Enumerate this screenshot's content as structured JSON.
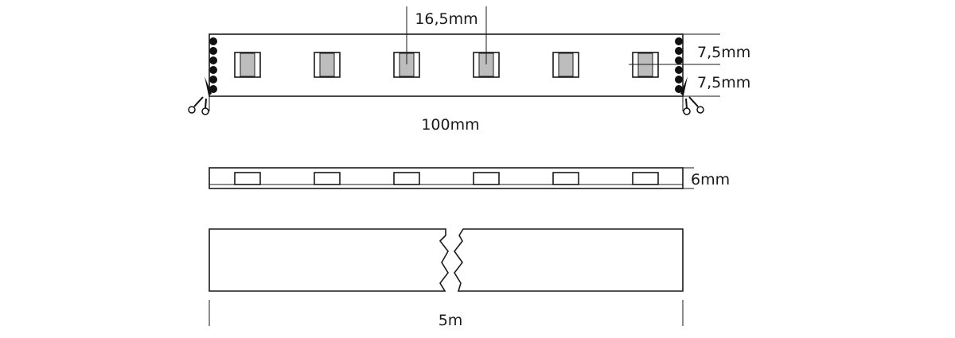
{
  "labels": {
    "led_pitch": "16,5mm",
    "half_width_top": "7,5mm",
    "half_width_bottom": "7,5mm",
    "segment_length": "100mm",
    "thickness": "6mm",
    "reel_length": "5m"
  },
  "led_count": 6,
  "icons": [
    "scissors-icon",
    "solder-pad-icon",
    "break-symbol-icon"
  ]
}
